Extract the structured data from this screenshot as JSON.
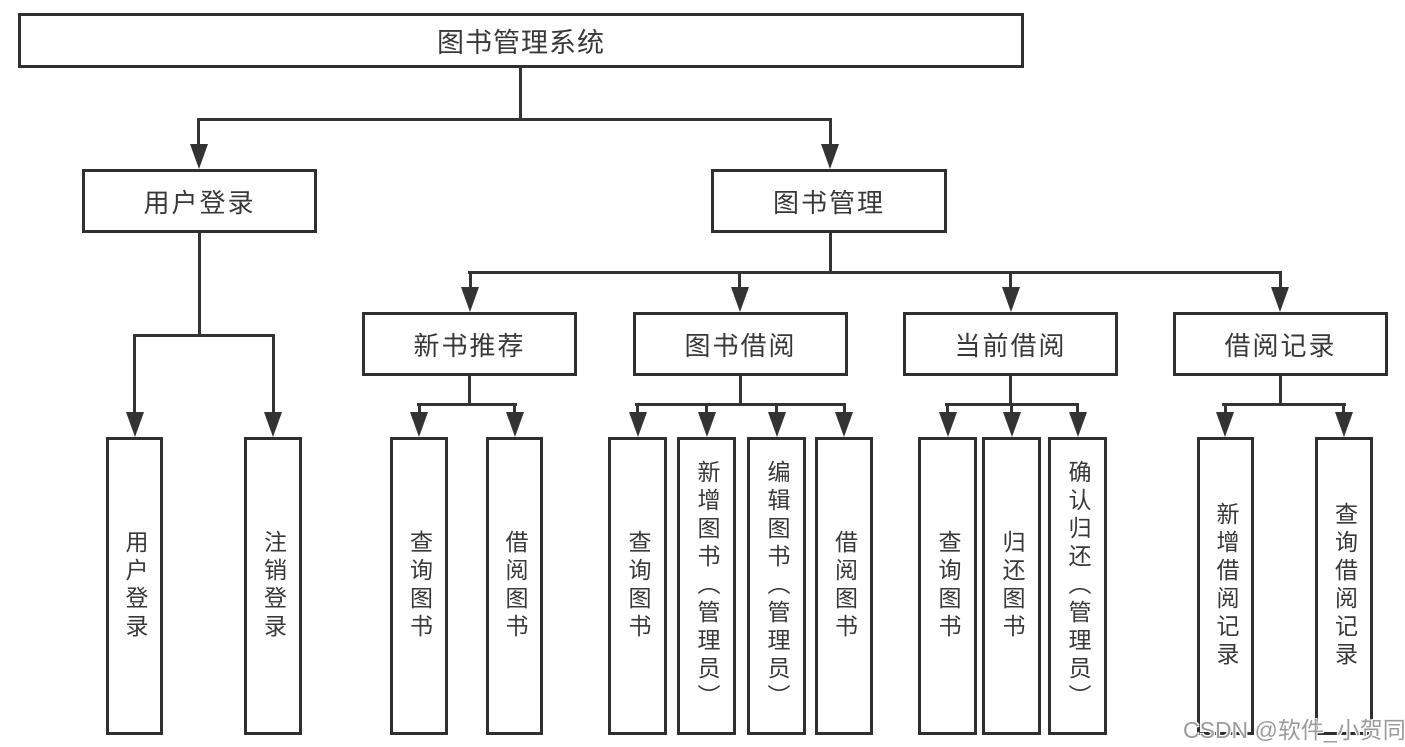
{
  "colors": {
    "line": "#333333",
    "border": "#2f2f2f",
    "text": "#383838",
    "background": "#ffffff",
    "watermark_text_color": "#9b9b9b"
  },
  "root": {
    "label": "图书管理系统"
  },
  "user_login": {
    "label": "用户登录",
    "children": [
      {
        "label": "用户登录"
      },
      {
        "label": "注销登录"
      }
    ]
  },
  "book_management": {
    "label": "图书管理",
    "groups": [
      {
        "label": "新书推荐",
        "children": [
          {
            "label": "查询图书"
          },
          {
            "label": "借阅图书"
          }
        ]
      },
      {
        "label": "图书借阅",
        "children": [
          {
            "label": "查询图书"
          },
          {
            "label": "新增图书（管理员）"
          },
          {
            "label": "编辑图书（管理员）"
          },
          {
            "label": "借阅图书"
          }
        ]
      },
      {
        "label": "当前借阅",
        "children": [
          {
            "label": "查询图书"
          },
          {
            "label": "归还图书"
          },
          {
            "label": "确认归还（管理员）"
          }
        ]
      },
      {
        "label": "借阅记录",
        "children": [
          {
            "label": "新增借阅记录"
          },
          {
            "label": "查询借阅记录"
          }
        ]
      }
    ]
  },
  "watermark": {
    "text": "CSDN @软件_小贺同学"
  }
}
